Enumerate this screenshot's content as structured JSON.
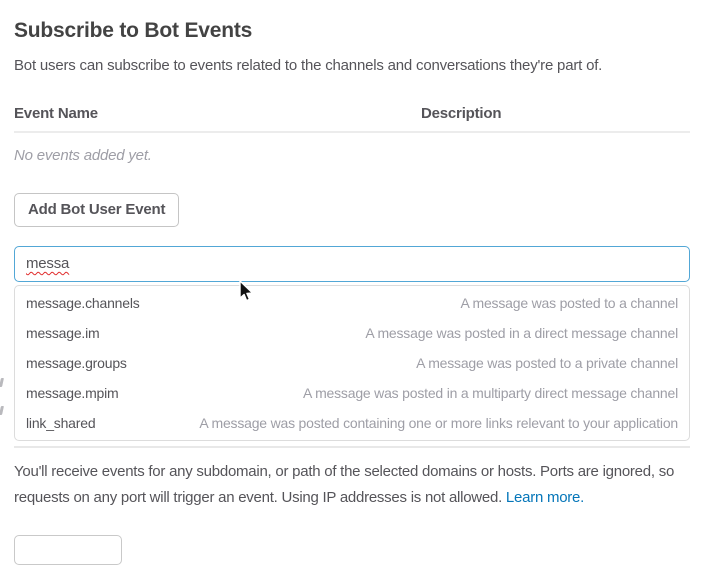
{
  "header": {
    "title": "Subscribe to Bot Events",
    "subtitle": "Bot users can subscribe to events related to the channels and conversations they're part of."
  },
  "events_table": {
    "columns": [
      "Event Name",
      "Description"
    ],
    "empty_text": "No events added yet."
  },
  "actions": {
    "add_button_label": "Add Bot User Event"
  },
  "event_search": {
    "value": "messa"
  },
  "suggestions": [
    {
      "name": "message.channels",
      "description": "A message was posted to a channel"
    },
    {
      "name": "message.im",
      "description": "A message was posted in a direct message channel"
    },
    {
      "name": "message.groups",
      "description": "A message was posted to a private channel"
    },
    {
      "name": "message.mpim",
      "description": "A message was posted in a multiparty direct message channel"
    },
    {
      "name": "link_shared",
      "description": "A message was posted containing one or more links relevant to your application"
    }
  ],
  "footer": {
    "note": "You'll receive events for any subdomain, or path of the selected domains or hosts. Ports are ignored, so requests on any port will trigger an event. Using IP addresses is not allowed. ",
    "link_label": "Learn more."
  },
  "colors": {
    "accent_blue": "#52a7d6",
    "link_blue": "#0576b9",
    "text": "#555459",
    "muted": "#9e9ea6"
  }
}
